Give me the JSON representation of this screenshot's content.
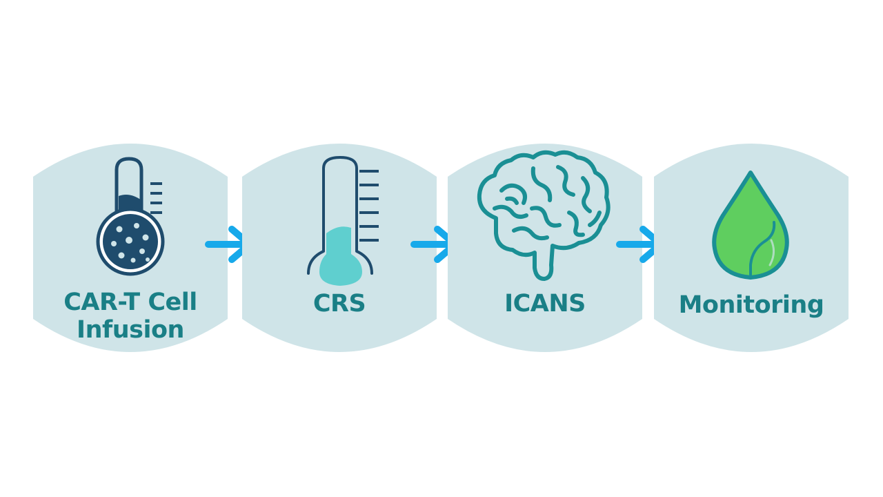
{
  "colors": {
    "panel_fill": "#cfe4e8",
    "label_text": "#1a7f86",
    "navy": "#1f4c6d",
    "teal": "#1a8f94",
    "aqua": "#5fcfcf",
    "green": "#5fce5f",
    "arrow": "#17a9ea"
  },
  "steps": [
    {
      "label_line1": "CAR-T Cell",
      "label_line2": "Infusion",
      "icon": "cell-thermometer-icon"
    },
    {
      "label_line1": "CRS",
      "icon": "thermometer-icon"
    },
    {
      "label_line1": "ICANS",
      "icon": "brain-icon"
    },
    {
      "label_line1": "Monitoring",
      "icon": "droplet-icon"
    }
  ],
  "arrows": [
    {
      "icon": "right-arrow-icon"
    },
    {
      "icon": "right-arrow-icon"
    },
    {
      "icon": "right-arrow-icon"
    }
  ]
}
